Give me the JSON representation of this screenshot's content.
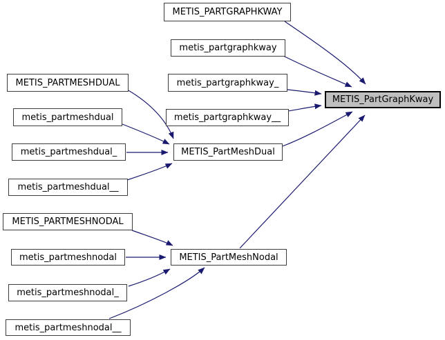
{
  "diagram": {
    "type": "call-graph",
    "background_color": "#ffffff",
    "edge_color": "#191970",
    "node_fill": "#ffffff",
    "node_border_color": "#3c3c3c",
    "highlight_fill": "#bfbfbf",
    "highlight_border_color": "#000000",
    "nodes": [
      {
        "id": "METIS_PARTGRAPHKWAY",
        "label": "METIS_PARTGRAPHKWAY",
        "highlighted": false
      },
      {
        "id": "metis_partgraphkway",
        "label": "metis_partgraphkway",
        "highlighted": false
      },
      {
        "id": "metis_partgraphkway_",
        "label": "metis_partgraphkway_",
        "highlighted": false
      },
      {
        "id": "metis_partgraphkway__",
        "label": "metis_partgraphkway__",
        "highlighted": false
      },
      {
        "id": "METIS_PARTMESHDUAL",
        "label": "METIS_PARTMESHDUAL",
        "highlighted": false
      },
      {
        "id": "metis_partmeshdual",
        "label": "metis_partmeshdual",
        "highlighted": false
      },
      {
        "id": "metis_partmeshdual_",
        "label": "metis_partmeshdual_",
        "highlighted": false
      },
      {
        "id": "metis_partmeshdual__",
        "label": "metis_partmeshdual__",
        "highlighted": false
      },
      {
        "id": "METIS_PartMeshDual",
        "label": "METIS_PartMeshDual",
        "highlighted": false
      },
      {
        "id": "METIS_PARTMESHNODAL",
        "label": "METIS_PARTMESHNODAL",
        "highlighted": false
      },
      {
        "id": "metis_partmeshnodal",
        "label": "metis_partmeshnodal",
        "highlighted": false
      },
      {
        "id": "metis_partmeshnodal_",
        "label": "metis_partmeshnodal_",
        "highlighted": false
      },
      {
        "id": "metis_partmeshnodal__",
        "label": "metis_partmeshnodal__",
        "highlighted": false
      },
      {
        "id": "METIS_PartMeshNodal",
        "label": "METIS_PartMeshNodal",
        "highlighted": false
      },
      {
        "id": "METIS_PartGraphKway",
        "label": "METIS_PartGraphKway",
        "highlighted": true
      }
    ],
    "edges": [
      {
        "from": "METIS_PARTGRAPHKWAY",
        "to": "METIS_PartGraphKway"
      },
      {
        "from": "metis_partgraphkway",
        "to": "METIS_PartGraphKway"
      },
      {
        "from": "metis_partgraphkway_",
        "to": "METIS_PartGraphKway"
      },
      {
        "from": "metis_partgraphkway__",
        "to": "METIS_PartGraphKway"
      },
      {
        "from": "METIS_PartMeshDual",
        "to": "METIS_PartGraphKway"
      },
      {
        "from": "METIS_PartMeshNodal",
        "to": "METIS_PartGraphKway"
      },
      {
        "from": "METIS_PARTMESHDUAL",
        "to": "METIS_PartMeshDual"
      },
      {
        "from": "metis_partmeshdual",
        "to": "METIS_PartMeshDual"
      },
      {
        "from": "metis_partmeshdual_",
        "to": "METIS_PartMeshDual"
      },
      {
        "from": "metis_partmeshdual__",
        "to": "METIS_PartMeshDual"
      },
      {
        "from": "METIS_PARTMESHNODAL",
        "to": "METIS_PartMeshNodal"
      },
      {
        "from": "metis_partmeshnodal",
        "to": "METIS_PartMeshNodal"
      },
      {
        "from": "metis_partmeshnodal_",
        "to": "METIS_PartMeshNodal"
      },
      {
        "from": "metis_partmeshnodal__",
        "to": "METIS_PartMeshNodal"
      }
    ]
  }
}
